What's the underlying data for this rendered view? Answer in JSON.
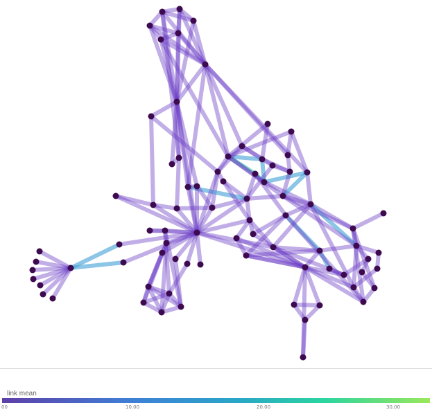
{
  "legend": {
    "title": "link mean",
    "ticks": [
      "00",
      "10.00",
      "20.00",
      "30.00"
    ],
    "colors": [
      "#5e3fa8",
      "#3f7fd6",
      "#2aa6c8",
      "#2bd4a0",
      "#9ae85a"
    ]
  },
  "node_color": "#3d0a4f",
  "edge_color": "#6b3fc6"
}
